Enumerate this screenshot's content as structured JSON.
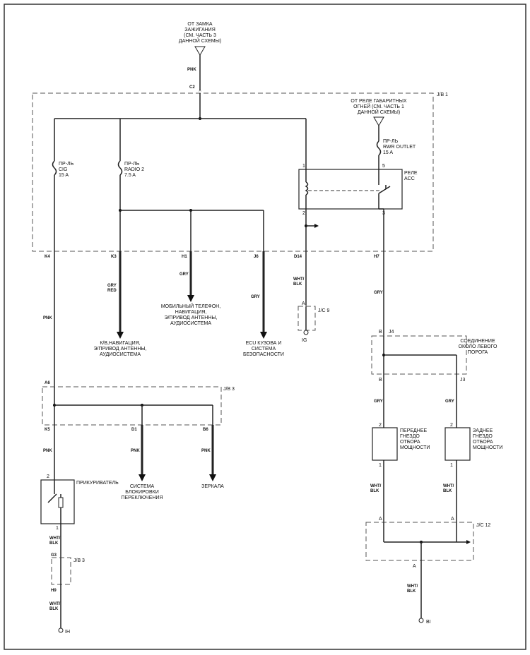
{
  "top_source": {
    "lines": [
      "ОТ ЗАМКА",
      "ЗАЖИГАНИЯ",
      "(СМ. ЧАСТЬ 3",
      "ДАННОЙ СХЕМЫ)"
    ],
    "wire": "PNK",
    "pin": "C2"
  },
  "jb1": {
    "label": "J/B 1"
  },
  "relay_source": {
    "lines": [
      "ОТ РЕЛЕ ГАБАРИТНЫХ",
      "ОГНЕЙ (СМ. ЧАСТЬ 1",
      "ДАННОЙ СХЕМЫ)"
    ]
  },
  "fuses": [
    {
      "lines": [
        "ПР-ЛЬ",
        "CIG",
        "15 A"
      ]
    },
    {
      "lines": [
        "ПР-ЛЬ",
        "RADIO 2",
        "7.5 A"
      ]
    },
    {
      "lines": [
        "ПР-ЛЬ",
        "RWR OUTLET",
        "15 A"
      ]
    }
  ],
  "relay": {
    "lines": [
      "РЕЛЕ",
      "ACC"
    ],
    "pin1": "1",
    "pin2": "2",
    "pin5": "5",
    "pin3": "3"
  },
  "jb1_pins": {
    "k4": "K4",
    "k3": "K3",
    "h1": "H1",
    "j6": "J6",
    "d14": "D14",
    "h7": "H7"
  },
  "wires": {
    "k3_wire": [
      "GRY",
      "/",
      "RED"
    ],
    "h1_wire": "GRY",
    "j6_wire": "GRY",
    "d14_wire": [
      "WHT/",
      "BLK"
    ],
    "h7_wire": "GRY",
    "k4_wire": "PNK"
  },
  "dest_k3": {
    "lines": [
      "К/В,НАВИГАЦИЯ,",
      "Э/ПРИВОД АНТЕННЫ,",
      "АУДИОСИСТЕМА"
    ]
  },
  "dest_h1": {
    "lines": [
      "МОБИЛЬНЫЙ ТЕЛЕФОН,",
      "НАВИГАЦИЯ,",
      "Э/ПРИВОД АНТЕННЫ,",
      "АУДИОСИСТЕМА"
    ]
  },
  "dest_j6": {
    "lines": [
      "ECU  КУЗОВА И",
      "СИСТЕМА",
      "БЕЗОПАСНОСТИ"
    ]
  },
  "jc9": {
    "label": "J/C 9",
    "pin": "A",
    "ground": "IG"
  },
  "j4": {
    "pin_top": "B",
    "label": "J4",
    "lines": [
      "СОЕДИНЕНИЕ",
      "ОКОЛО ЛЕВОГО",
      "ПОРОГА"
    ],
    "pin_bl": "B",
    "pin_br": "J3"
  },
  "jb3": {
    "label": "J/B 3",
    "pin_top": "A6",
    "pin_k5": "K5",
    "pin_d1": "D1",
    "pin_b6": "B6",
    "wire_k5": "PNK",
    "wire_d1": "PNK",
    "wire_b6": "PNK"
  },
  "dest_d1": {
    "lines": [
      "СИСТЕМА",
      "БЛОКИРОВКИ",
      "ПЕРЕКЛЮЧЕНИЯ"
    ]
  },
  "dest_b6": {
    "lines": [
      "ЗЕРКАЛА"
    ]
  },
  "lighter": {
    "label": "ПРИКУРИВАТЕЛЬ",
    "pin_top": "2",
    "pin_bottom": "1",
    "wire": [
      "WHT/",
      "BLK"
    ]
  },
  "jb3_lower": {
    "label": "J/B 3",
    "pin_top": "G3",
    "pin_bottom": "H9",
    "wire": [
      "WHT/",
      "BLK"
    ],
    "ground": "IH"
  },
  "front_outlet": {
    "lines": [
      "ПЕРЕДНЕЕ",
      "ГНЕЗДО",
      "ОТБОРА",
      "МОЩНОСТИ"
    ],
    "pin_top": "2",
    "pin_bottom": "1",
    "wire_in": "GRY",
    "wire_out": [
      "WHT/",
      "BLK"
    ]
  },
  "rear_outlet": {
    "lines": [
      "ЗАДНЕЕ",
      "ГНЕЗДО",
      "ОТБОРА",
      "МОЩНОСТИ"
    ],
    "pin_top": "2",
    "pin_bottom": "1",
    "wire_in": "GRY",
    "wire_out": [
      "WHT/",
      "BLK"
    ]
  },
  "jc12": {
    "label": "J/C 12",
    "pin_l": "A",
    "pin_r": "A",
    "pin_out": "A",
    "wire": [
      "WHT/",
      "BLK"
    ],
    "ground": "BI"
  }
}
